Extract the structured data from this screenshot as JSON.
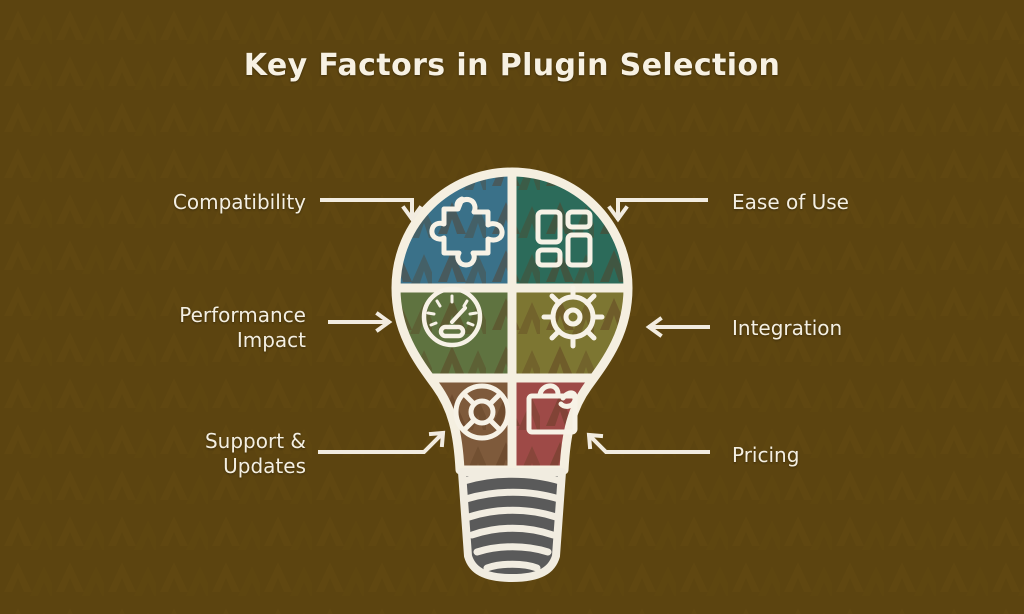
{
  "title": "Key Factors in Plugin Selection",
  "colors": {
    "background": "#5c4410",
    "outline": "#f5efe0",
    "text": "#f4efe2",
    "title_text": "#f7f1e3",
    "quadrant_top_left": "#3a7189",
    "quadrant_top_right": "#2c6b5a",
    "quadrant_mid_left": "#5f7340",
    "quadrant_mid_right": "#7d7632",
    "quadrant_bottom_left": "#7e5a3b",
    "quadrant_bottom_right": "#9e4a47",
    "base_metal": "#5a5a5a",
    "base_highlight": "#f1ece0"
  },
  "factors": [
    {
      "id": "compatibility",
      "label": "Compatibility",
      "side": "left",
      "position": "top",
      "icon": "puzzle-piece-icon",
      "segment_color": "#3a7189",
      "arrow": "down-right"
    },
    {
      "id": "ease-of-use",
      "label": "Ease of Use",
      "side": "right",
      "position": "top",
      "icon": "dashboard-blocks-icon",
      "segment_color": "#2c6b5a",
      "arrow": "down-left"
    },
    {
      "id": "performance-impact",
      "label": "Performance\nImpact",
      "side": "left",
      "position": "middle",
      "icon": "speedometer-icon",
      "segment_color": "#5f7340",
      "arrow": "right"
    },
    {
      "id": "integration",
      "label": "Integration",
      "side": "right",
      "position": "middle",
      "icon": "gear-sun-icon",
      "segment_color": "#7d7632",
      "arrow": "left"
    },
    {
      "id": "support-updates",
      "label": "Support &\nUpdates",
      "side": "left",
      "position": "bottom",
      "icon": "lifebuoy-icon",
      "segment_color": "#7e5a3b",
      "arrow": "up-right"
    },
    {
      "id": "pricing",
      "label": "Pricing",
      "side": "right",
      "position": "bottom",
      "icon": "price-tag-bag-icon",
      "segment_color": "#9e4a47",
      "arrow": "up-left"
    }
  ],
  "illustration": {
    "name": "lightbulb-divided-into-six-segments",
    "parts": [
      "glass-bulb",
      "segment-divider-cross",
      "screw-base"
    ]
  }
}
